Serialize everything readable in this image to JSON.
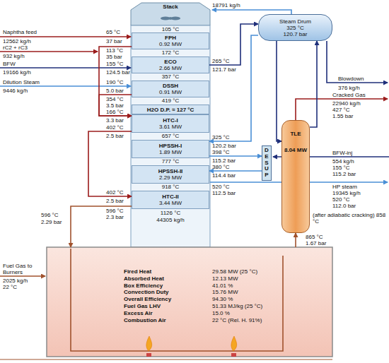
{
  "diagram": {
    "nodes": [
      {
        "text": [
          "Stack"
        ]
      },
      {
        "text": [
          "FPH",
          "0.92 MW"
        ]
      },
      {
        "text": [
          "ECO",
          "2.66 MW"
        ]
      },
      {
        "text": [
          "DSSH",
          "0.91 MW"
        ]
      },
      {
        "text": [
          "H2O D.P. ≈ 127 °C"
        ]
      },
      {
        "text": [
          "HTC-I",
          "3.61 MW"
        ]
      },
      {
        "text": [
          "HPSSH-I",
          "1.89 MW"
        ]
      },
      {
        "text": [
          "HPSSH-II",
          "2.29 MW"
        ]
      },
      {
        "text": [
          "HTC-II",
          "3.44 MW"
        ]
      },
      {
        "text": [
          "Steam Drum",
          "325 °C",
          "120.7 bar"
        ]
      },
      {
        "text": [
          "TLE",
          "8.04 MW"
        ]
      },
      {
        "text": [
          "DESUP"
        ]
      },
      {
        "text": [
          "Fired Heat",
          "29.58 MW (25 °C)",
          "Absorbed Heat",
          "12.13 MW",
          "Box Efficiency",
          "41.01 %",
          "Convection Duty",
          "15.76 MW",
          "Overall Efficiency",
          "94.30 %",
          "Fuel Gas LHV",
          "51.33 MJ/kg (25 °C)",
          "Excess Air",
          "15.0 %",
          "Combustion Air",
          "22 °C (Rel. H. 91%)",
          "",
          "",
          "",
          ""
        ]
      }
    ],
    "edges": [
      {
        "from": 1,
        "to": 5,
        "arrow": "to"
      },
      {
        "from": 3,
        "to": 5,
        "arrow": "to"
      },
      {
        "from": 5,
        "to": 8,
        "arrow": "to"
      },
      {
        "from": 8,
        "to": 12,
        "arrow": "to"
      },
      {
        "from": 2,
        "to": 9,
        "arrow": "to"
      },
      {
        "from": 9,
        "to": 6,
        "arrow": "to"
      },
      {
        "from": 6,
        "to": 11,
        "arrow": "to"
      },
      {
        "from": 11,
        "to": 7,
        "arrow": "to"
      },
      {
        "from": 9,
        "to": 10,
        "arrow": "to"
      },
      {
        "from": 10,
        "to": 9,
        "arrow": "to"
      },
      {
        "from": 12,
        "to": 10,
        "arrow": "to"
      }
    ],
    "labels": [
      "105 °C",
      "172 °C",
      "357 °C",
      "419 °C",
      "657 °C",
      "777 °C",
      "918 °C",
      "1126 °C",
      "44305 kg/h",
      "Naphtha feed",
      "12562 kg/h",
      "65 °C",
      "37 bar",
      "rC2 + rC3",
      "932 kg/h",
      "113 °C",
      "35 bar",
      "BFW",
      "19166 kg/h",
      "155 °C",
      "124.5 bar",
      "Dilution Steam",
      "9446 kg/h",
      "190 °C",
      "5.0 bar",
      "354 °C",
      "3.5 bar",
      "166 °C",
      "3.3 bar",
      "402 °C",
      "2.5 bar",
      "402 °C",
      "2.5 bar",
      "596 °C",
      "2.3 bar",
      "596 °C",
      "2.29 bar",
      "Fuel Gas to Burners",
      "2025 kg/h",
      "22 °C",
      "18791 kg/h",
      "265 °C",
      "121.7 bar",
      "Blowdown",
      "376 kg/h",
      "Cracked Gas",
      "22940 kg/h",
      "427 °C",
      "1.55 bar",
      "325 °C",
      "120.2 bar",
      "398 °C",
      "115.2 bar",
      "380 °C",
      "114.4 bar",
      "520 °C",
      "112.5 bar",
      "BFW-inj",
      "554 kg/h",
      "155 °C",
      "115.2 bar",
      "HP steam",
      "19345 kg/h",
      "520 °C",
      "112.0 bar",
      "(after adiabatic cracking) 858 °C",
      "865 °C",
      "1.67 bar"
    ]
  }
}
